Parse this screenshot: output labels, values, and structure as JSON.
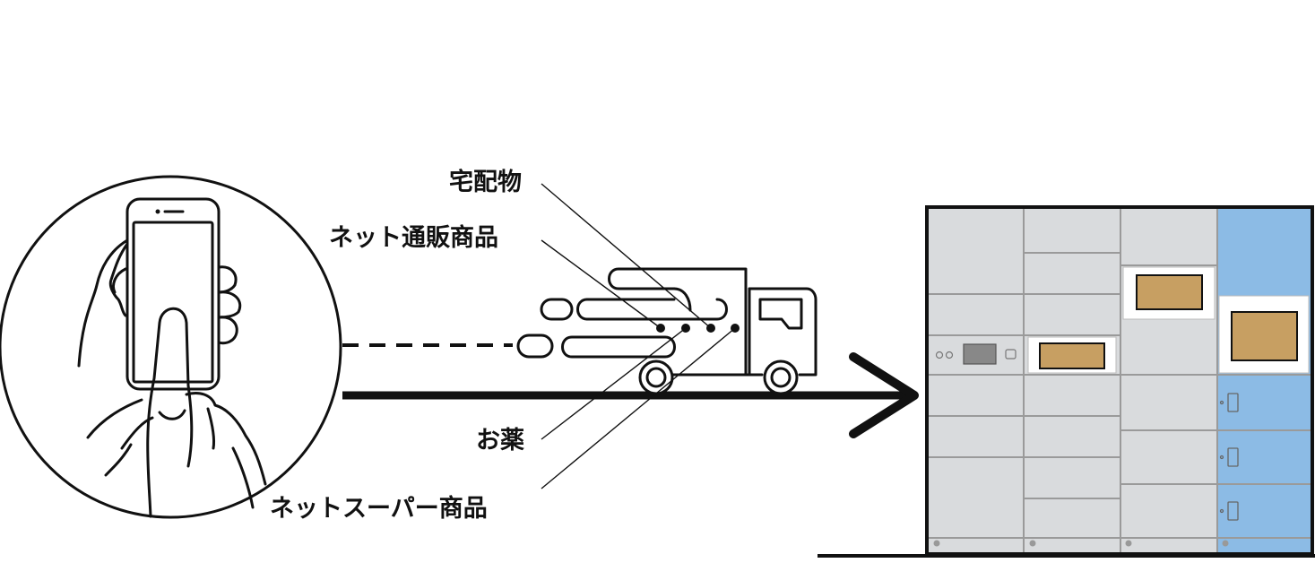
{
  "labels": {
    "parcels": "宅配物",
    "online_shopping": "ネット通販商品",
    "medicine": "お薬",
    "online_supermarket": "ネットスーパー商品"
  },
  "colors": {
    "stroke": "#111111",
    "locker_gray": "#d9dbdd",
    "locker_blue": "#8cbbe5",
    "package_brown": "#c79f62",
    "panel_dark": "#888888"
  },
  "icons": [
    "smartphone-hand-icon",
    "delivery-truck-icon",
    "arrow-right-icon",
    "parcel-locker-icon"
  ]
}
